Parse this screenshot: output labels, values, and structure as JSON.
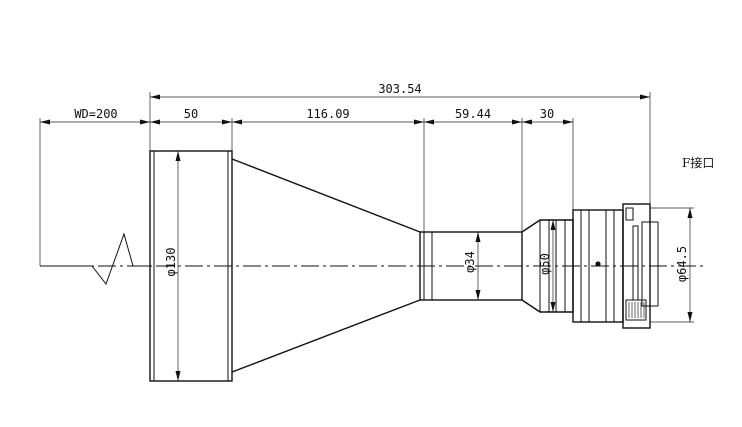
{
  "dimensions": {
    "total_length": "303.54",
    "working_distance": "WD=200",
    "front_barrel_length": "50",
    "cone_length": "116.09",
    "middle_length": "59.44",
    "rear_length": "30",
    "front_diameter": "φ130",
    "middle_diameter": "φ34",
    "rear_tube_diameter": "φ50",
    "mount_diameter": "φ64.5"
  },
  "annotations": {
    "mount_type": "F接口"
  }
}
